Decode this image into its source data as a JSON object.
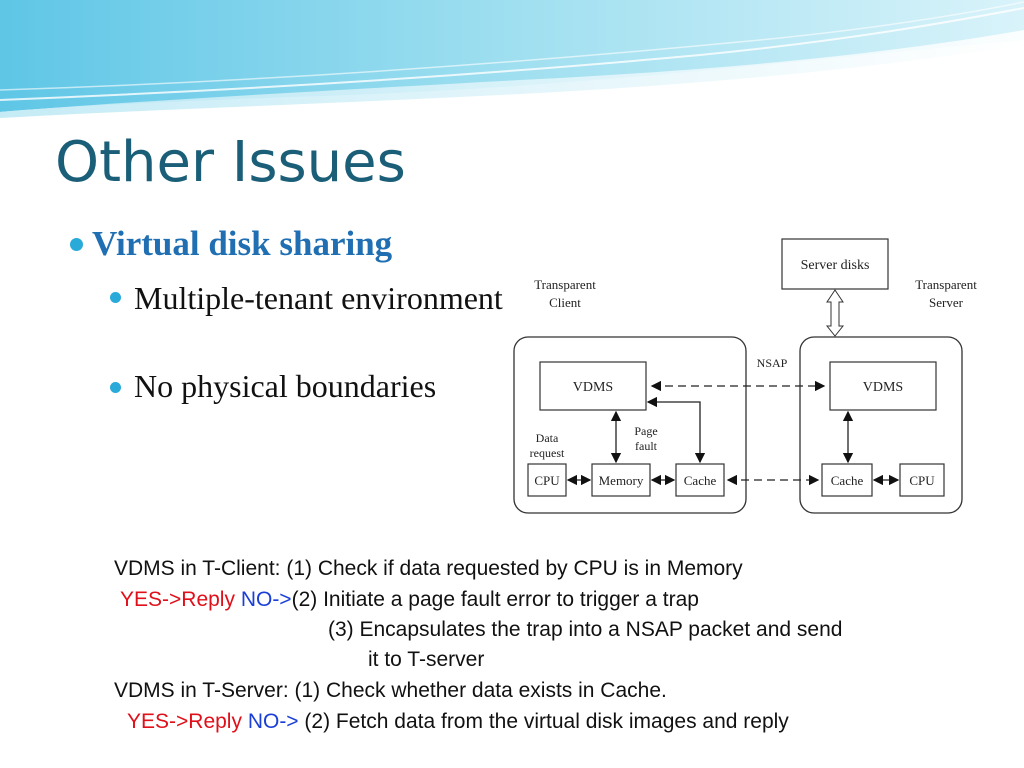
{
  "slide": {
    "title": "Other Issues",
    "bullets": [
      {
        "text": "Virtual disk sharing"
      },
      {
        "text": "Multiple-tenant environment"
      },
      {
        "text": "No physical boundaries"
      }
    ]
  },
  "diagram": {
    "transparent_client": "Transparent Client",
    "transparent_server": "Transparent Server",
    "server_disks": "Server disks",
    "nsap": "NSAP",
    "vdms_client": "VDMS",
    "vdms_server": "VDMS",
    "data_request_1": "Data",
    "data_request_2": "request",
    "page_fault_1": "Page",
    "page_fault_2": "fault",
    "cpu_client": "CPU",
    "memory": "Memory",
    "cache_client": "Cache",
    "cache_server": "Cache",
    "cpu_server": "CPU"
  },
  "notes": {
    "line1": "VDMS in T-Client:  (1) Check if data requested by CPU is in Memory",
    "line2_yes": "YES->Reply",
    "line2_no": "NO->",
    "line2_rest": "(2) Initiate a page fault error to trigger a trap",
    "line3": "(3) Encapsulates the trap into a NSAP packet and send",
    "line4": "it  to T-server",
    "line5": "VDMS in T-Server:  (1) Check whether data exists in Cache.",
    "line6_yes": "YES->Reply",
    "line6_no": "NO->",
    "line6_rest": "(2) Fetch data from the virtual disk images and reply"
  },
  "colors": {
    "title": "#1b5e78",
    "bullet_heading": "#1f6fb2",
    "bullet_dot": "#2aaad8",
    "yes": "#e0101a",
    "no": "#1a3fd8"
  }
}
